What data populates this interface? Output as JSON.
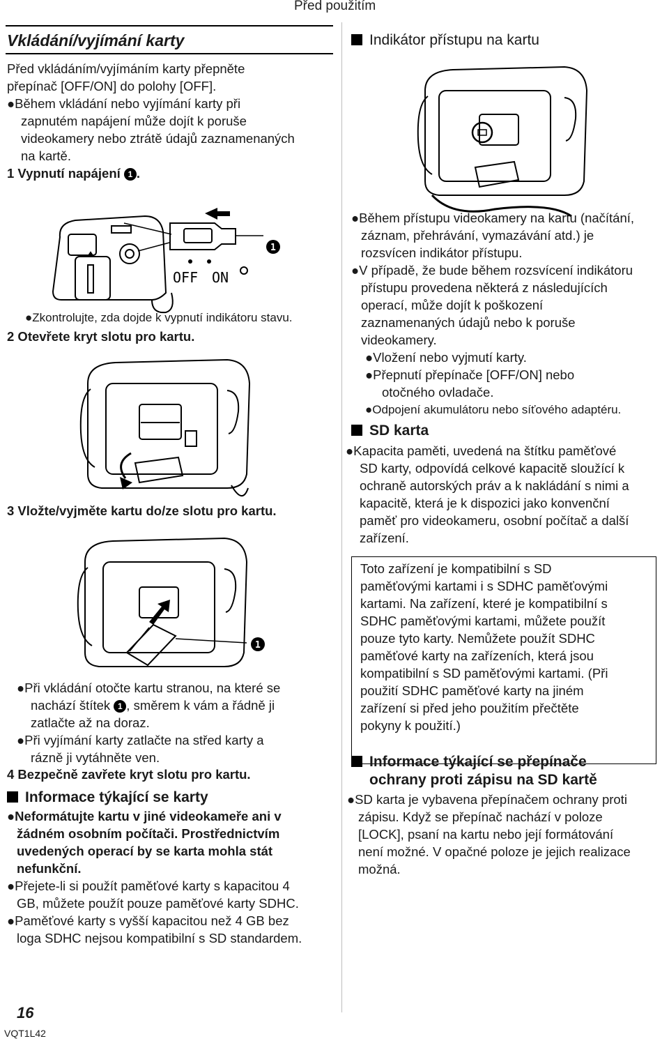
{
  "header": {
    "section": "Před použitím"
  },
  "left": {
    "title": "Vkládání/vyjímání karty",
    "intro": [
      "Před vkládáním/vyjímáním karty přepněte",
      "přepínač [OFF/ON] do polohy [OFF]."
    ],
    "warn": [
      "●Během vkládání nebo vyjímání karty při",
      "zapnutém napájení může dojít k poruše",
      "videokamery nebo ztrátě údajů zaznamenaných",
      "na kartě."
    ],
    "step1": "1 Vypnutí napájení ",
    "fig1": {
      "callout": "1",
      "switch_off": "OFF",
      "switch_on": "ON"
    },
    "step1_note": "●Zkontrolujte, zda dojde k vypnutí indikátoru stavu.",
    "step2": "2 Otevřete kryt slotu pro kartu.",
    "step3": "3 Vložte/vyjměte kartu do/ze slotu pro kartu.",
    "fig3": {
      "callout": "1"
    },
    "step3_notes": [
      "●Při vkládání otočte kartu stranou, na které se",
      "nachází štítek ",
      ", směrem k vám a řádně ji",
      "zatlačte až na doraz.",
      "●Při vyjímání karty zatlačte na střed karty a",
      "rázně ji vytáhněte ven."
    ],
    "step4": "4 Bezpečně zavřete kryt slotu pro kartu.",
    "info_heading": "Informace týkající se karty",
    "info_bold": [
      "●Neformátujte kartu v jiné videokameře ani v",
      "žádném osobním počítači. Prostřednictvím",
      "uvedených operací by se karta mohla stát",
      "nefunkční."
    ],
    "info_lines": [
      "●Přejete-li si použít paměťové karty s kapacitou 4",
      "GB, můžete použít pouze paměťové karty SDHC.",
      "●Paměťové karty s vyšší kapacitou než 4 GB bez",
      "loga SDHC nejsou kompatibilní s SD standardem."
    ]
  },
  "right": {
    "indicator_heading": "Indikátor přístupu na kartu",
    "access_lines": [
      "●Během přístupu videokamery na kartu (načítání,",
      "záznam, přehrávání, vymazávání atd.) je",
      "rozsvícen indikátor přístupu.",
      "●V případě, že bude během rozsvícení indikátoru",
      "přístupu provedena některá z následujících",
      "operací, může dojít k poškození",
      "zaznamenaných údajů nebo k poruše",
      "videokamery."
    ],
    "access_sub": [
      "●Vložení nebo vyjmutí karty.",
      "●Přepnutí přepínače [OFF/ON] nebo",
      "otočného ovladače.",
      "●Odpojení akumulátoru nebo síťového adaptéru."
    ],
    "sd_heading": "SD karta",
    "sd_lines": [
      "●Kapacita paměti, uvedená na štítku paměťové",
      "SD karty, odpovídá celkové kapacitě sloužící k",
      "ochraně autorských práv a k nakládání s nimi a",
      "kapacitě, která je k dispozici jako konvenční",
      "paměť pro videokameru, osobní počítač a další",
      "zařízení."
    ],
    "box_lines": [
      "Toto zařízení je kompatibilní s SD",
      "paměťovými kartami i s SDHC paměťovými",
      "kartami. Na zařízení, které je kompatibilní s",
      "SDHC paměťovými kartami, můžete použít",
      "pouze tyto karty. Nemůžete použít SDHC",
      "paměťové karty na zařízeních, která jsou",
      "kompatibilní s SD paměťovými kartami. (Při",
      "použití SDHC paměťové karty na jiném",
      "zařízení si před jeho použitím přečtěte",
      "pokyny k použití.)"
    ],
    "protect_heading": [
      "Informace týkající se přepínače",
      "ochrany proti zápisu na SD kartě"
    ],
    "protect_lines": [
      "●SD karta je vybavena přepínačem ochrany proti",
      "zápisu. Když se přepínač nachází v poloze",
      "[LOCK], psaní na kartu nebo její formátování",
      "není možné. V opačné poloze je jejich realizace",
      "možná."
    ]
  },
  "footer": {
    "page": "16",
    "code": "VQT1L42"
  }
}
